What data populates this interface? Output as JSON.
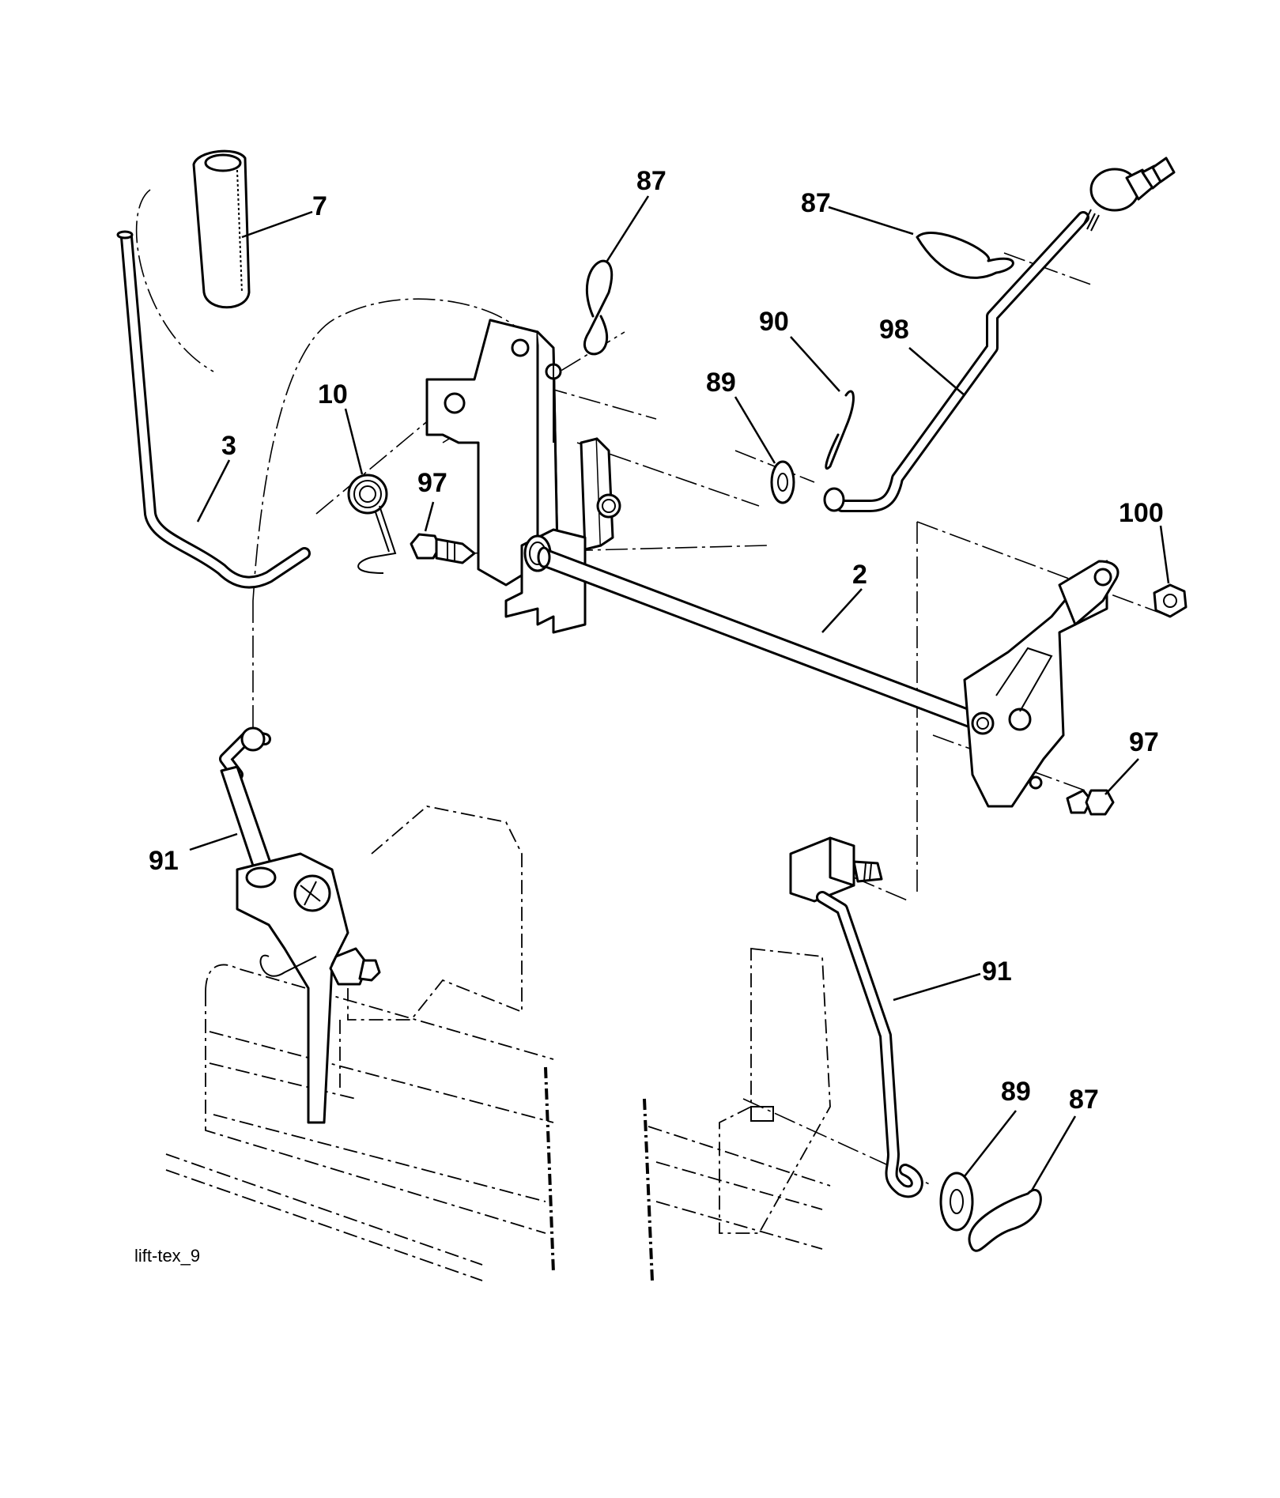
{
  "diagram": {
    "caption": "lift-tex_9",
    "callouts": [
      {
        "id": "c7",
        "label": "7"
      },
      {
        "id": "c3",
        "label": "3"
      },
      {
        "id": "c10",
        "label": "10"
      },
      {
        "id": "c97a",
        "label": "97"
      },
      {
        "id": "c87a",
        "label": "87"
      },
      {
        "id": "c87b",
        "label": "87"
      },
      {
        "id": "c90",
        "label": "90"
      },
      {
        "id": "c98",
        "label": "98"
      },
      {
        "id": "c89a",
        "label": "89"
      },
      {
        "id": "c100",
        "label": "100"
      },
      {
        "id": "c2",
        "label": "2"
      },
      {
        "id": "c97b",
        "label": "97"
      },
      {
        "id": "c91a",
        "label": "91"
      },
      {
        "id": "c91b",
        "label": "91"
      },
      {
        "id": "c89b",
        "label": "89"
      },
      {
        "id": "c87c",
        "label": "87"
      }
    ]
  }
}
